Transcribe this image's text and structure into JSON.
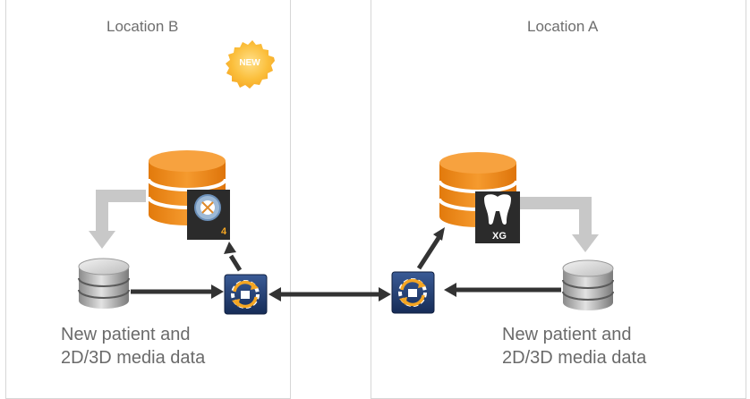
{
  "location_b": {
    "title": "Location B",
    "badge": "NEW",
    "caption_line1": "New patient and",
    "caption_line2": "2D/3D media data",
    "app_tile_label": "4",
    "app_icon": "romexis-4-icon"
  },
  "location_a": {
    "title": "Location A",
    "caption_line1": "New patient and",
    "caption_line2": "2D/3D media data",
    "app_tile_label": "XG",
    "app_icon": "tooth-xg-icon"
  },
  "sync_icon": "sync-gear-icon",
  "colors": {
    "database_orange": "#f08a1c",
    "sync_blue": "#1f3a6e",
    "arrow_dark": "#333333",
    "arrow_grey": "#c8c8c8"
  }
}
